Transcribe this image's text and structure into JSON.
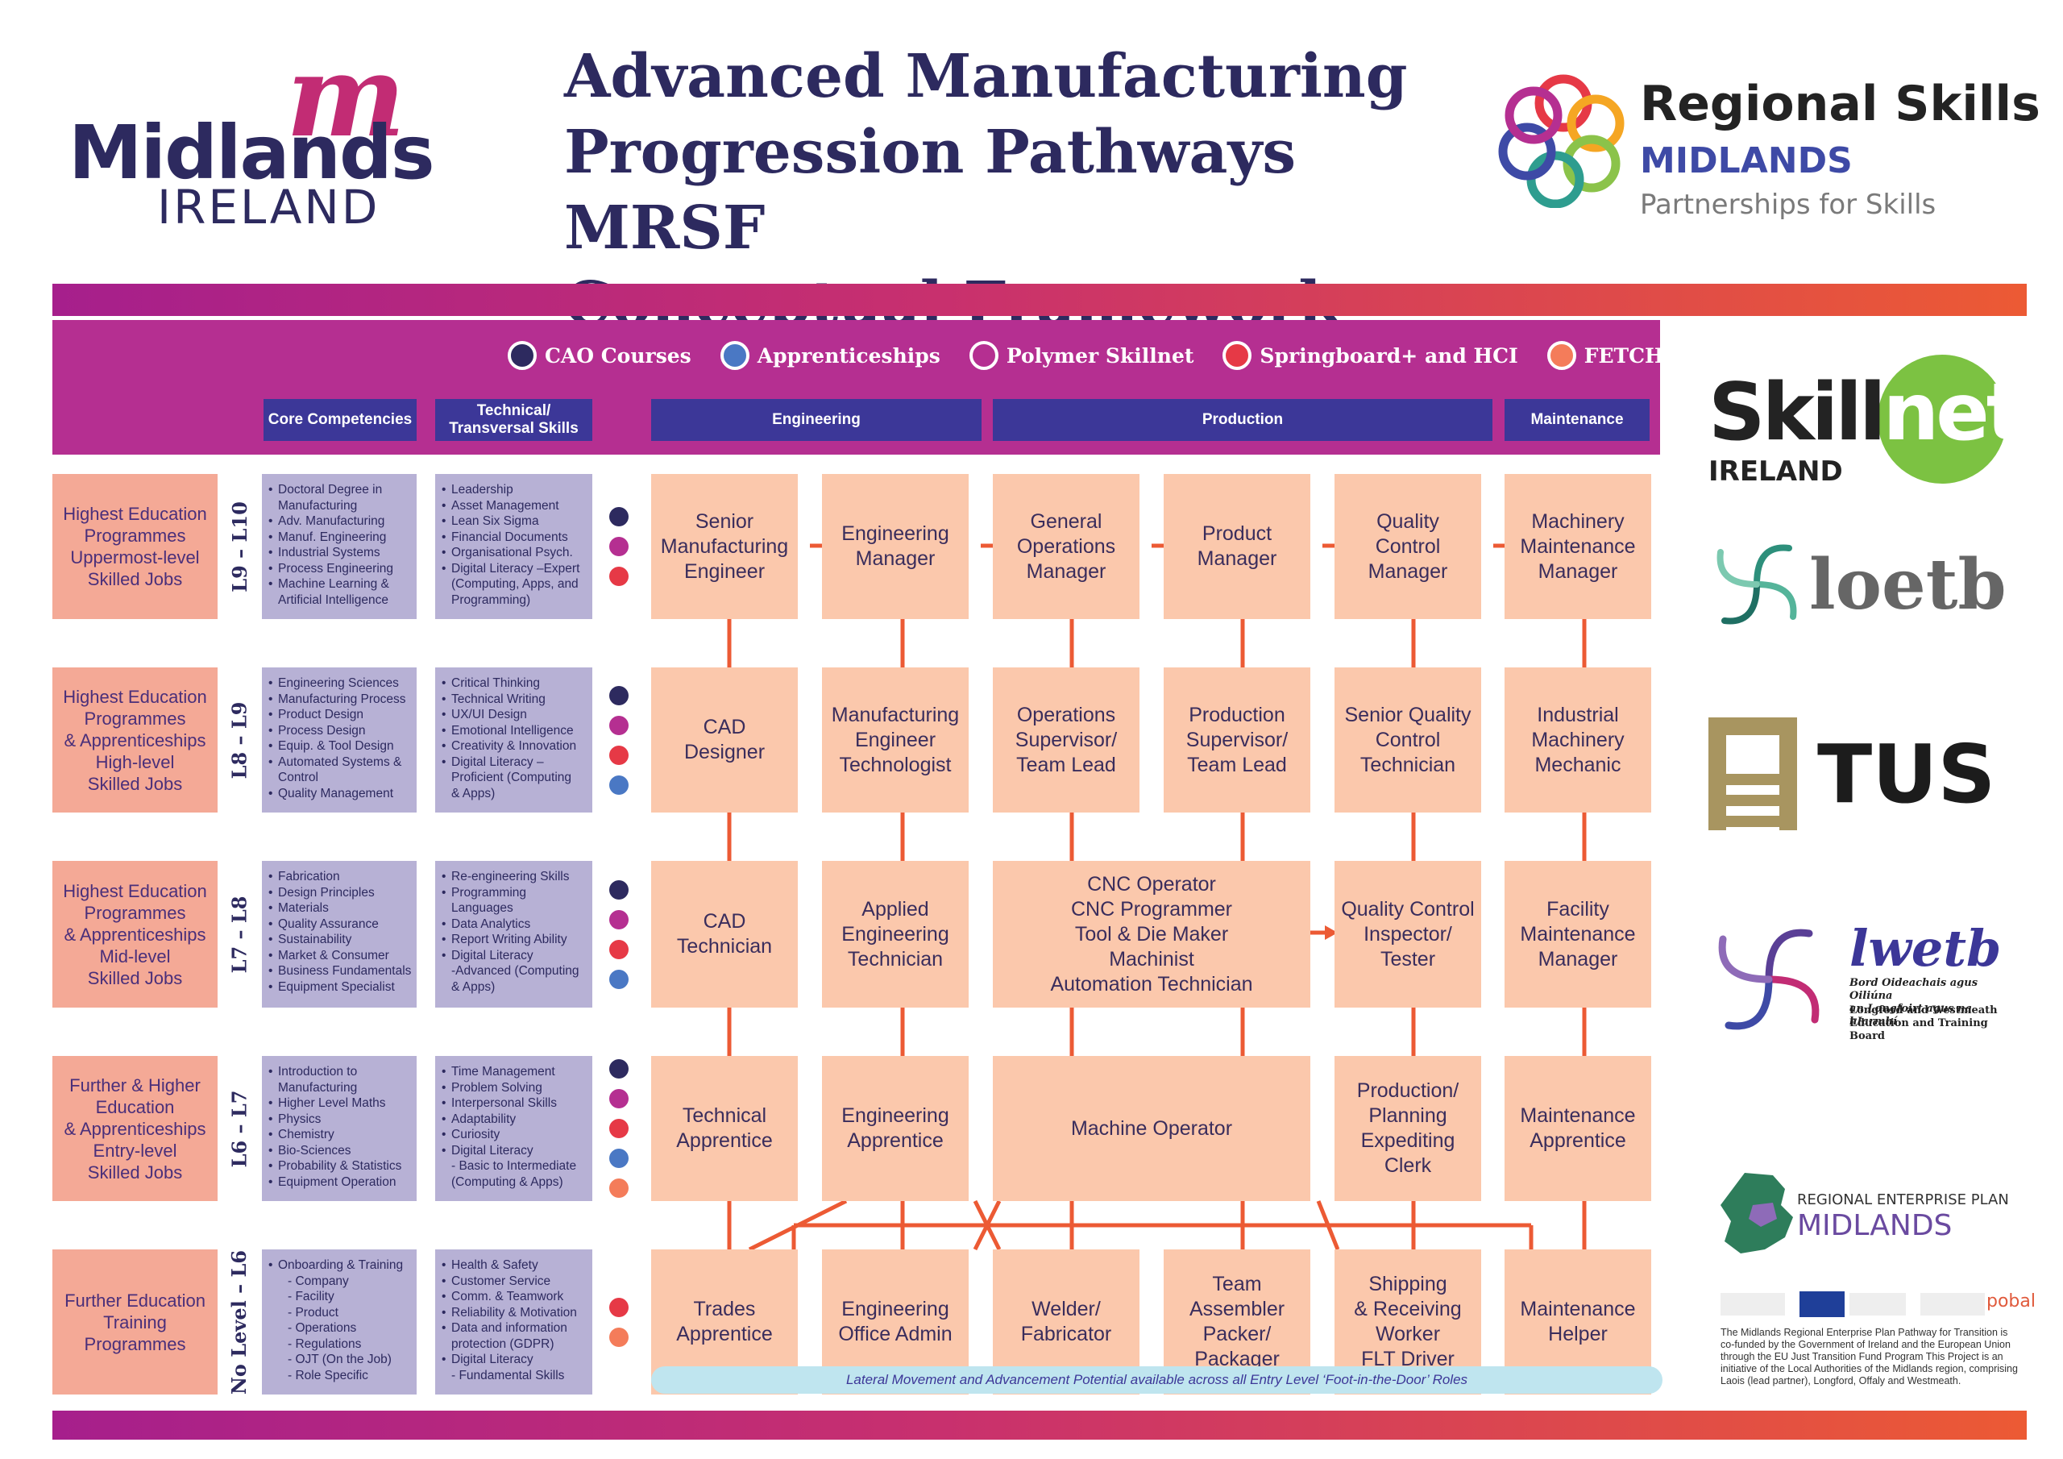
{
  "header": {
    "title_lines": [
      "Advanced Manufacturing",
      "Progression Pathways MRSF",
      "Conceptual Framework"
    ],
    "left_logo": {
      "m": "m",
      "word": "Midlands",
      "sub": "IRELAND"
    },
    "right_logo": {
      "line1": "Regional Skills",
      "line2": "MIDLANDS",
      "line3": "Partnerships for Skills"
    }
  },
  "legend": [
    {
      "label": "CAO Courses",
      "color": "#2d2a5f"
    },
    {
      "label": "Apprenticeships",
      "color": "#4a78c4"
    },
    {
      "label": "Polymer Skillnet",
      "color": "#b52f91"
    },
    {
      "label": "Springboard+ and HCI",
      "color": "#e63946"
    },
    {
      "label": "FETCH – ETB",
      "color": "#f47c5a"
    }
  ],
  "columns": {
    "core": "Core Competencies",
    "technical": "Technical/\nTransversal Skills",
    "engineering": "Engineering",
    "production": "Production",
    "maintenance": "Maintenance"
  },
  "rows": [
    {
      "label": "Highest Education\nProgrammes\nUppermost-level\nSkilled Jobs",
      "level": "L9 – L10",
      "core": [
        [
          "b",
          "Doctoral Degree in"
        ],
        [
          "c",
          "Manufacturing"
        ],
        [
          "b",
          "Adv. Manufacturing"
        ],
        [
          "b",
          "Manuf. Engineering"
        ],
        [
          "b",
          "Industrial Systems"
        ],
        [
          "b",
          "Process Engineering"
        ],
        [
          "b",
          "Machine Learning &"
        ],
        [
          "c",
          "Artificial Intelligence"
        ]
      ],
      "tech": [
        [
          "b",
          "Leadership"
        ],
        [
          "b",
          "Asset Management"
        ],
        [
          "b",
          "Lean Six Sigma"
        ],
        [
          "b",
          "Financial Documents"
        ],
        [
          "b",
          "Organisational Psych."
        ],
        [
          "b",
          "Digital Literacy –Expert"
        ],
        [
          "c",
          "(Computing, Apps, and"
        ],
        [
          "c",
          "Programming)"
        ]
      ],
      "dots": [
        "#2d2a5f",
        "#b52f91",
        "#e63946"
      ],
      "jobs": [
        "Senior\nManufacturing\nEngineer",
        "Engineering\nManager",
        "General\nOperations\nManager",
        "Product\nManager",
        "Quality\nControl\nManager",
        "Machinery\nMaintenance\nManager"
      ]
    },
    {
      "label": "Highest Education\nProgrammes\n& Apprenticeships\nHigh-level\nSkilled Jobs",
      "level": "L8 – L9",
      "core": [
        [
          "b",
          "Engineering Sciences"
        ],
        [
          "b",
          "Manufacturing Process"
        ],
        [
          "b",
          "Product Design"
        ],
        [
          "b",
          "Process Design"
        ],
        [
          "b",
          "Equip. & Tool Design"
        ],
        [
          "b",
          "Automated Systems &"
        ],
        [
          "c",
          "Control"
        ],
        [
          "b",
          "Quality Management"
        ]
      ],
      "tech": [
        [
          "b",
          "Critical Thinking"
        ],
        [
          "b",
          "Technical Writing"
        ],
        [
          "b",
          "UX/UI Design"
        ],
        [
          "b",
          "Emotional Intelligence"
        ],
        [
          "b",
          "Creativity & Innovation"
        ],
        [
          "b",
          "Digital Literacy –"
        ],
        [
          "c",
          "Proficient (Computing"
        ],
        [
          "c",
          "& Apps)"
        ]
      ],
      "dots": [
        "#2d2a5f",
        "#b52f91",
        "#e63946",
        "#4a78c4"
      ],
      "jobs": [
        "CAD\nDesigner",
        "Manufacturing\nEngineer\nTechnologist",
        "Operations\nSupervisor/\nTeam Lead",
        "Production\nSupervisor/\nTeam Lead",
        "Senior Quality\nControl\nTechnician",
        "Industrial\nMachinery\nMechanic"
      ]
    },
    {
      "label": "Highest Education\nProgrammes\n& Apprenticeships\nMid-level\nSkilled Jobs",
      "level": "L7 – L8",
      "core": [
        [
          "b",
          "Fabrication"
        ],
        [
          "b",
          "Design Principles"
        ],
        [
          "b",
          "Materials"
        ],
        [
          "b",
          "Quality Assurance"
        ],
        [
          "b",
          "Sustainability"
        ],
        [
          "b",
          "Market & Consumer"
        ],
        [
          "b",
          "Business Fundamentals"
        ],
        [
          "b",
          "Equipment Specialist"
        ]
      ],
      "tech": [
        [
          "b",
          "Re-engineering Skills"
        ],
        [
          "b",
          "Programming"
        ],
        [
          "c",
          "Languages"
        ],
        [
          "b",
          "Data Analytics"
        ],
        [
          "b",
          "Report Writing Ability"
        ],
        [
          "b",
          "Digital Literacy"
        ],
        [
          "c",
          "-Advanced (Computing"
        ],
        [
          "c",
          "& Apps)"
        ]
      ],
      "dots": [
        "#2d2a5f",
        "#b52f91",
        "#e63946",
        "#4a78c4"
      ],
      "jobs": [
        "CAD\nTechnician",
        "Applied\nEngineering\nTechnician",
        "CNC Operator\nCNC Programmer\nTool & Die Maker\nMachinist\nAutomation Technician",
        "Quality Control\nInspector/\nTester",
        "Facility\nMaintenance\nManager"
      ]
    },
    {
      "label": "Further & Higher\nEducation\n& Apprenticeships\nEntry-level\nSkilled Jobs",
      "level": "L6 – L7",
      "core": [
        [
          "b",
          "Introduction to"
        ],
        [
          "c",
          "Manufacturing"
        ],
        [
          "b",
          "Higher Level Maths"
        ],
        [
          "b",
          "Physics"
        ],
        [
          "b",
          "Chemistry"
        ],
        [
          "b",
          "Bio-Sciences"
        ],
        [
          "b",
          "Probability & Statistics"
        ],
        [
          "b",
          "Equipment Operation"
        ]
      ],
      "tech": [
        [
          "b",
          "Time Management"
        ],
        [
          "b",
          "Problem Solving"
        ],
        [
          "b",
          "Interpersonal Skills"
        ],
        [
          "b",
          "Adaptability"
        ],
        [
          "b",
          "Curiosity"
        ],
        [
          "b",
          "Digital Literacy"
        ],
        [
          "c",
          "- Basic to Intermediate"
        ],
        [
          "c",
          "(Computing & Apps)"
        ]
      ],
      "dots": [
        "#2d2a5f",
        "#b52f91",
        "#e63946",
        "#4a78c4",
        "#f47c5a"
      ],
      "jobs": [
        "Technical\nApprentice",
        "Engineering\nApprentice",
        "Machine Operator",
        "Production/\nPlanning\nExpediting\nClerk",
        "Maintenance\nApprentice"
      ]
    },
    {
      "label": "Further Education\nTraining\nProgrammes",
      "level": "No Level – L6",
      "core": [
        [
          "b",
          "Onboarding & Training"
        ],
        [
          "i",
          "- Company"
        ],
        [
          "i",
          "- Facility"
        ],
        [
          "i",
          "- Product"
        ],
        [
          "i",
          "- Operations"
        ],
        [
          "i",
          "- Regulations"
        ],
        [
          "i",
          "- OJT (On the Job)"
        ],
        [
          "i",
          "- Role Specific"
        ]
      ],
      "tech": [
        [
          "b",
          "Health & Safety"
        ],
        [
          "b",
          "Customer Service"
        ],
        [
          "b",
          "Comm. & Teamwork"
        ],
        [
          "b",
          "Reliability & Motivation"
        ],
        [
          "b",
          "Data and information"
        ],
        [
          "c",
          "protection (GDPR)"
        ],
        [
          "b",
          "Digital Literacy"
        ],
        [
          "c",
          "- Fundamental Skills"
        ]
      ],
      "dots": [
        "#e63946",
        "#f47c5a"
      ],
      "jobs": [
        "Trades\nApprentice",
        "Engineering\nOffice Admin",
        "Welder/\nFabricator",
        "Team Assembler\nPacker/\nPackager",
        "Shipping\n& Receiving\nWorker\nFLT Driver",
        "Maintenance\nHelper"
      ]
    }
  ],
  "lateral_note": "Lateral Movement and Advancement Potential available across all Entry Level ‘Foot-in-the-Door’ Roles",
  "side_logos": {
    "skillnet": {
      "a": "Skill",
      "b": "net",
      "sub": "IRELAND"
    },
    "loetb": "loetb",
    "tus": "TUS",
    "lwetb": {
      "name": "lwetb",
      "irish1": "Bord Oideachais agus Oiliúna",
      "irish2": "an Longfoirt agus na hIarmhí",
      "en1": "Longford and Westmeath",
      "en2": "Education and Training Board"
    },
    "rep": {
      "line1": "REGIONAL ENTERPRISE PLAN",
      "line2": "MIDLANDS"
    },
    "pobal": "pobal",
    "footnote": "The Midlands Regional Enterprise Plan Pathway for Transition is co-funded by the Government of Ireland and the European Union through the EU Just Transition Fund Program This Project is an initiative of the Local Authorities of the Midlands region, comprising Laois (lead partner), Longford, Offaly and Westmeath."
  },
  "colors": {
    "panel": "#b52f91",
    "header_blue": "#3c3798",
    "row_label": "#f4a996",
    "skills": "#b7b1d5",
    "job": "#fbc8ac",
    "connector": "#ec5a34"
  }
}
